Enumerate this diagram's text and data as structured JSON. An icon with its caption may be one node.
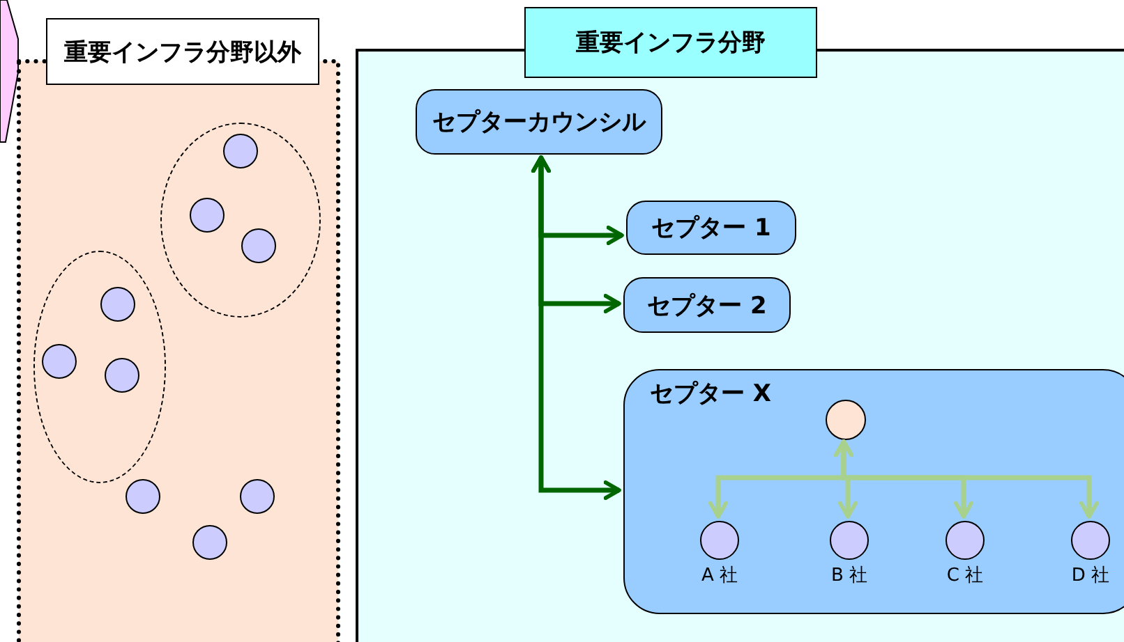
{
  "diagram": {
    "nodes": [
      {
        "text": [
          "重要インフラ分野以外"
        ]
      },
      {
        "text": [],
        "shape": "ellipse",
        "in": 0
      },
      {
        "text": [],
        "shape": "circle",
        "in": 1
      },
      {
        "text": [],
        "shape": "circle",
        "in": 1
      },
      {
        "text": [],
        "shape": "circle",
        "in": 1
      },
      {
        "text": [],
        "shape": "ellipse",
        "in": 0
      },
      {
        "text": [],
        "shape": "circle",
        "in": 5
      },
      {
        "text": [],
        "shape": "circle",
        "in": 5
      },
      {
        "text": [],
        "shape": "circle",
        "in": 5
      },
      {
        "text": [],
        "shape": "circle",
        "in": 0
      },
      {
        "text": [],
        "shape": "circle",
        "in": 0
      },
      {
        "text": [],
        "shape": "circle",
        "in": 0
      },
      {
        "text": [
          "重要インフラ分野"
        ]
      },
      {
        "text": [
          "セプターカウンシル"
        ],
        "in": 12
      },
      {
        "text": [
          "セプター 1"
        ],
        "in": 12
      },
      {
        "text": [
          "セプター 2"
        ],
        "in": 12
      },
      {
        "text": [
          "セプター X"
        ],
        "in": 12
      },
      {
        "text": [],
        "shape": "circle",
        "in": 16
      },
      {
        "text": [],
        "shape": "circle",
        "in": 16,
        "beside": [
          "A 社"
        ]
      },
      {
        "text": [],
        "shape": "circle",
        "in": 16,
        "beside": [
          "B 社"
        ]
      },
      {
        "text": [],
        "shape": "circle",
        "in": 16,
        "beside": [
          "C 社"
        ]
      },
      {
        "text": [],
        "shape": "circle",
        "in": 16,
        "beside": [
          "D 社"
        ]
      }
    ],
    "edges": [
      {
        "from": 13,
        "to": 14,
        "arrow": "both",
        "color": "#006600"
      },
      {
        "from": 13,
        "to": 15,
        "arrow": "both",
        "color": "#006600"
      },
      {
        "from": 13,
        "to": 16,
        "arrow": "both",
        "color": "#006600"
      },
      {
        "from": 17,
        "to": 18,
        "arrow": "both",
        "color": "#a9d18e"
      },
      {
        "from": 17,
        "to": 19,
        "arrow": "both",
        "color": "#a9d18e"
      },
      {
        "from": 17,
        "to": 20,
        "arrow": "both",
        "color": "#a9d18e"
      },
      {
        "from": 17,
        "to": 21,
        "arrow": "both",
        "color": "#a9d18e"
      }
    ]
  }
}
